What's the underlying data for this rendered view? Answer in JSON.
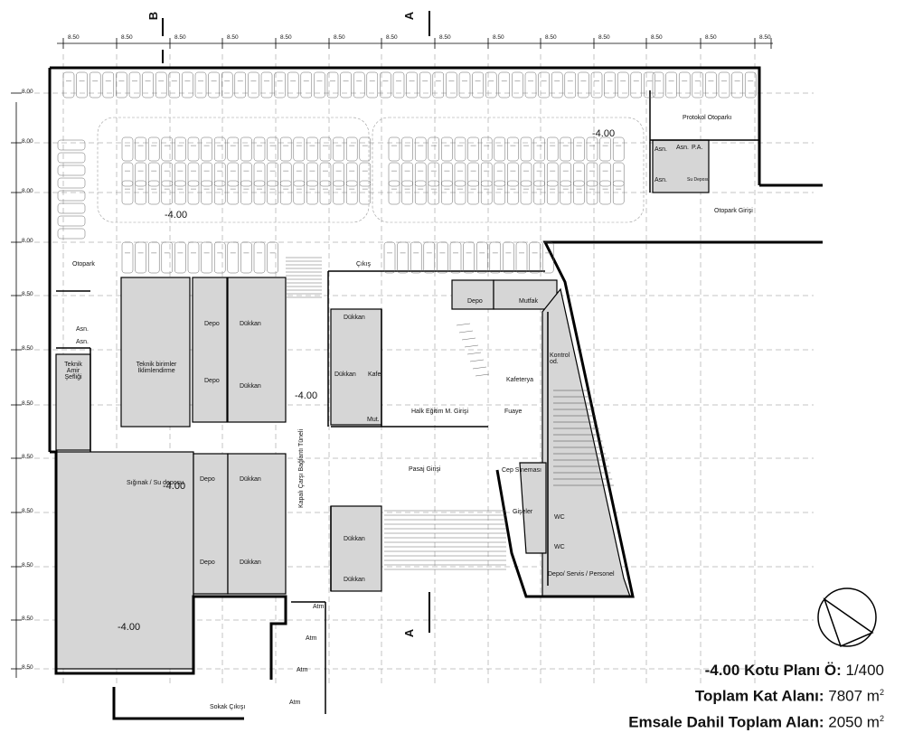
{
  "drawing": {
    "col_dims": [
      "8.50",
      "8.50",
      "8.50",
      "8.50",
      "8.50",
      "8.50",
      "8.50",
      "8.50",
      "8.50",
      "8.50",
      "8.50",
      "8.50",
      "8.50",
      "8.50"
    ],
    "row_dims": [
      "8.00",
      "8.00",
      "8.00",
      "8.00",
      "8.50",
      "8.50",
      "8.50",
      "8.50",
      "8.50",
      "8.50",
      "8.50",
      "8.50",
      "8.50"
    ],
    "section_marks": {
      "a_top": "A",
      "b_top": "B",
      "a_bottom": "A"
    },
    "levels": {
      "upper_parking": "-4.00",
      "lower_parking": "-4.00",
      "center": "-4.00",
      "shelter": "-4.00",
      "bottom_left": "-4.00"
    },
    "rooms": {
      "protokol_otoparki": "Protokol Otoparkı",
      "asn1": "Asn.",
      "asn2": "Asn.",
      "asn3": "Asn.",
      "pa": "P.A.",
      "su_deposu": "Su Deposu",
      "otopark_girisi": "Otopark Girişi",
      "otopark": "Otopark",
      "cikis": "Çıkış",
      "asn_left1": "Asn.",
      "asn_left2": "Asn.",
      "teknik_amir": "Teknik Amir Şefliği",
      "teknik_birimler": "Teknik birimler İklimlendirme",
      "depo1": "Depo",
      "dukkan1": "Dükkan",
      "depo2": "Depo",
      "dukkan2": "Dükkan",
      "dukkan3": "Dükkan",
      "dukkan4": "Dükkan",
      "kafe": "Kafe",
      "mut": "Mut.",
      "depo_top": "Depo",
      "mutfak": "Mutfak",
      "kontrol": "Kontrol od.",
      "kafeterya": "Kafeterya",
      "halk_egitim": "Halk Eğitim M. Girişi",
      "fuaye": "Fuaye",
      "pasaj_girisi": "Pasaj Girişi",
      "cep_sinemasi": "Cep Sineması",
      "giseler": "Gişeler",
      "wc1": "WC",
      "wc2": "WC",
      "depo_servis": "Depo/ Servis / Personel",
      "siginak": "Sığınak / Su deposu",
      "depo3": "Depo",
      "dukkan5": "Dükkan",
      "depo4": "Depo",
      "dukkan6": "Dükkan",
      "tunnel": "Kapalı Çarşı Bağlantı Tüneli",
      "dukkan7": "Dükkan",
      "dukkan8": "Dükkan",
      "atm1": "Atm",
      "atm2": "Atm",
      "atm3": "Atm",
      "atm4": "Atm",
      "sokak_cikisi": "Sokak Çıkışı"
    },
    "colors": {
      "fill": "#d6d6d6",
      "wall": "#000000",
      "line": "#555555"
    }
  },
  "title_block": {
    "line1_bold": "-4.00 Kotu Planı Ö:",
    "line1_rest": " 1/400",
    "line2_bold": "Toplam Kat Alanı:",
    "line2_rest": " 7807 m",
    "line2_sup": "2",
    "line3_bold": "Emsale Dahil Toplam Alan:",
    "line3_rest": " 2050 m",
    "line3_sup": "2"
  }
}
